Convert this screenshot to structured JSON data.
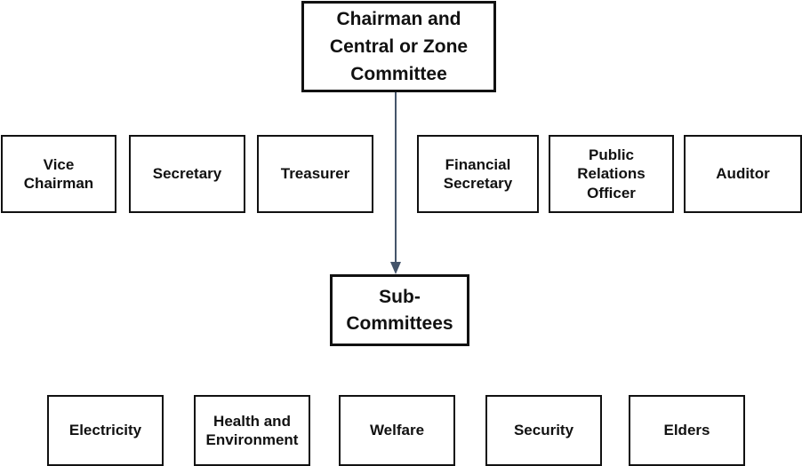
{
  "diagram": {
    "type": "org-chart",
    "root": {
      "label": "Chairman and\nCentral or Zone\nCommittee",
      "lines": [
        "Chairman and",
        "Central or Zone",
        "Committee"
      ]
    },
    "officers": [
      {
        "lines": [
          "Vice",
          "Chairman"
        ]
      },
      {
        "lines": [
          "Secretary"
        ]
      },
      {
        "lines": [
          "Treasurer"
        ]
      },
      {
        "lines": [
          "Financial",
          "Secretary"
        ]
      },
      {
        "lines": [
          "Public",
          "Relations",
          "Officer"
        ]
      },
      {
        "lines": [
          "Auditor"
        ]
      }
    ],
    "subcommittee_header": {
      "lines": [
        "Sub-",
        "Committees"
      ]
    },
    "subcommittees": [
      {
        "lines": [
          "Electricity"
        ]
      },
      {
        "lines": [
          "Health and",
          "Environment"
        ]
      },
      {
        "lines": [
          "Welfare"
        ]
      },
      {
        "lines": [
          "Security"
        ]
      },
      {
        "lines": [
          "Elders"
        ]
      }
    ],
    "edges": [
      {
        "from": "root",
        "to": "subcommittee_header",
        "style": "arrow"
      }
    ],
    "colors": {
      "border": "#111111",
      "arrow": "#44546a",
      "background": "#ffffff"
    }
  }
}
